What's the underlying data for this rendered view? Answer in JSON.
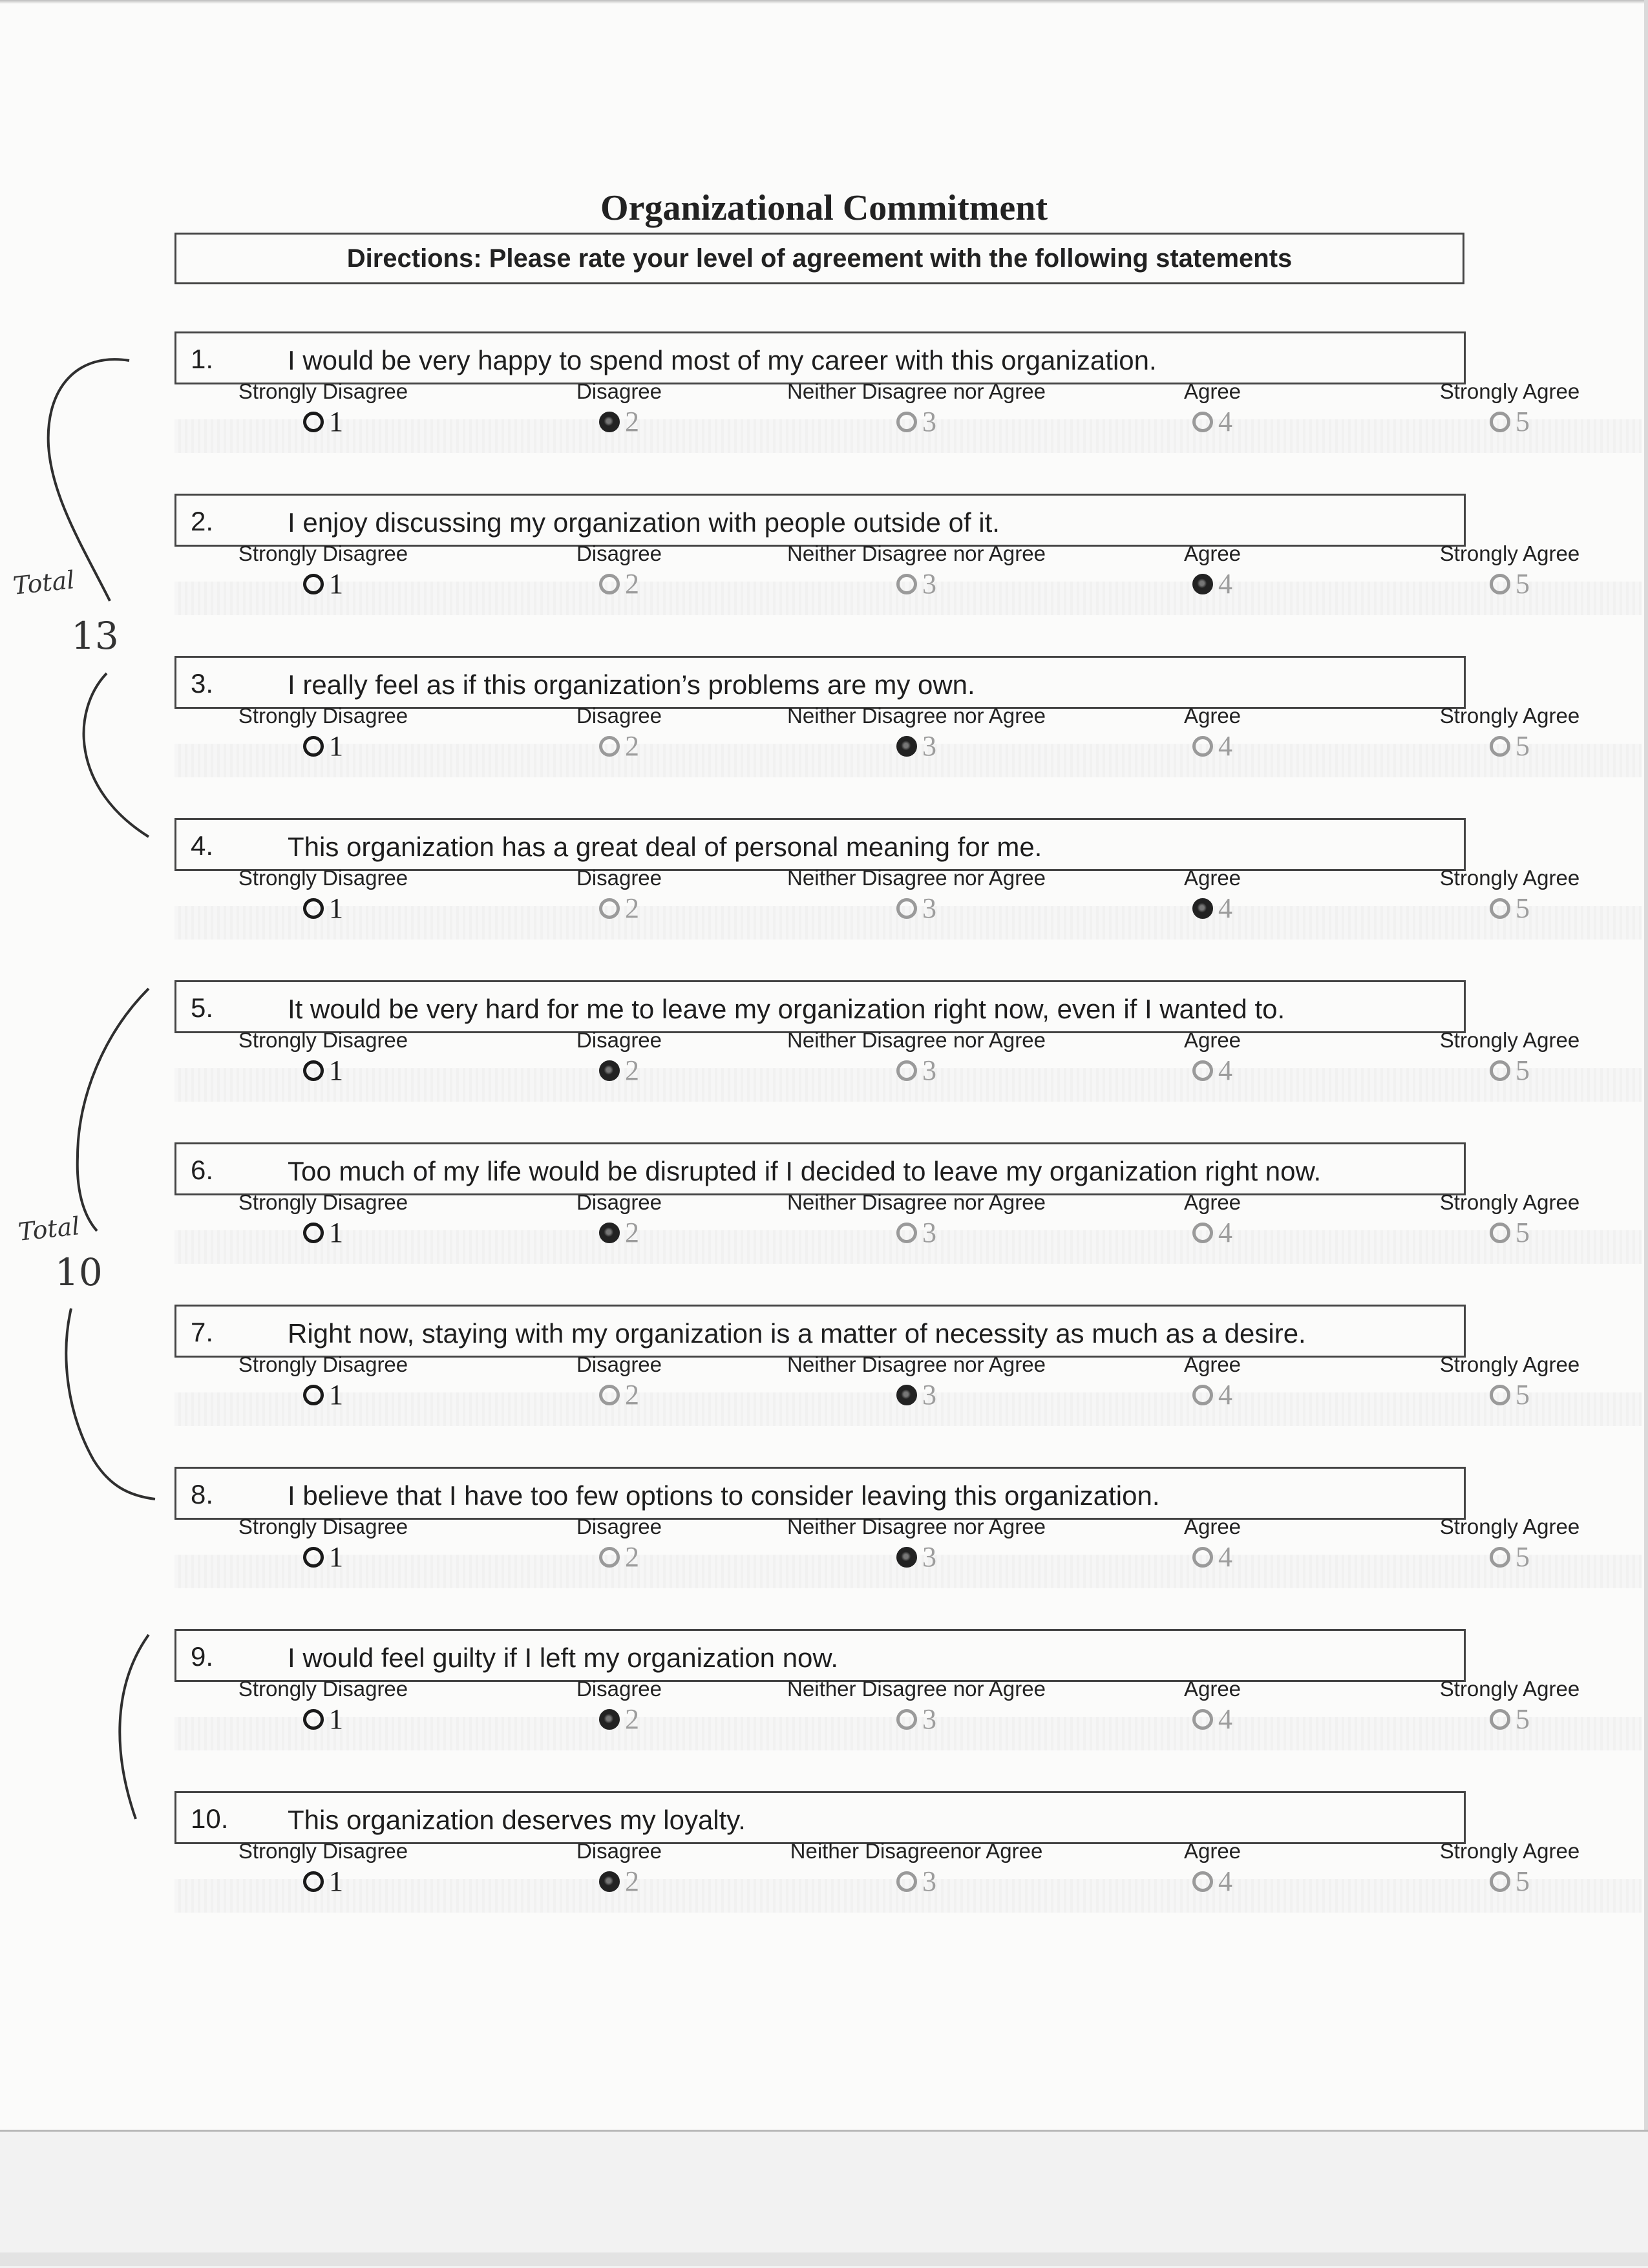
{
  "title": "Organizational Commitment",
  "directions": "Directions: Please rate your level of agreement with the following statements",
  "scale": [
    {
      "label": "Strongly Disagree",
      "value": "1"
    },
    {
      "label": "Disagree",
      "value": "2"
    },
    {
      "label": "Neither Disagree nor Agree",
      "value": "3"
    },
    {
      "label": "Agree",
      "value": "4"
    },
    {
      "label": "Strongly Agree",
      "value": "5"
    }
  ],
  "items": [
    {
      "number": "1.",
      "text": "I would be very happy to spend most of my career with this organization.",
      "selected": "2"
    },
    {
      "number": "2.",
      "text": "I enjoy discussing my organization with people outside of it.",
      "selected": "4"
    },
    {
      "number": "3.",
      "text": "I really feel as if this organization’s problems are my own.",
      "selected": "3"
    },
    {
      "number": "4.",
      "text": "This organization has a great deal of personal meaning for me.",
      "selected": "4"
    },
    {
      "number": "5.",
      "text": "It would be very hard for me to leave my organization right now, even if I wanted to.",
      "selected": "2"
    },
    {
      "number": "6.",
      "text": "Too much of my life would be disrupted if I decided to leave my organization right now.",
      "selected": "2"
    },
    {
      "number": "7.",
      "text": "Right now, staying with my organization is a matter of necessity as much as a desire.",
      "selected": "3"
    },
    {
      "number": "8.",
      "text": "I believe that I have too few options to consider leaving this organization.",
      "selected": "3"
    },
    {
      "number": "9.",
      "text": "I would feel guilty if I left my organization now.",
      "selected": "2"
    },
    {
      "number": "10.",
      "text": "This organization deserves my loyalty.",
      "selected": "2",
      "neither_label": "Neither Disagreenor Agree"
    }
  ],
  "annotations": [
    {
      "label": "Total",
      "value": "13"
    },
    {
      "label": "Total",
      "value": "10"
    }
  ]
}
